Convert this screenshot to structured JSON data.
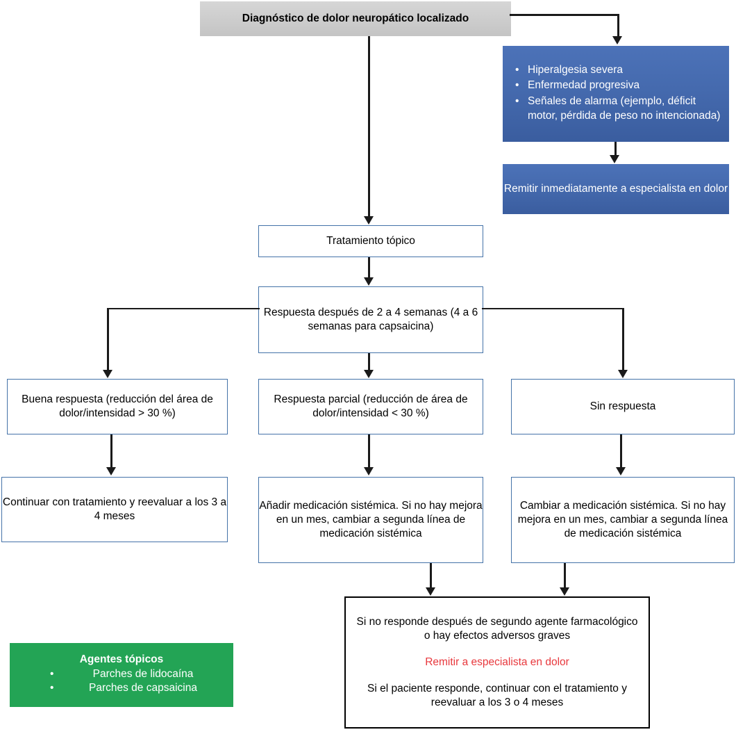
{
  "diagram": {
    "title_node": {
      "text": "Diagnóstico de dolor neuropático localizado"
    },
    "red_flags_node": {
      "items": [
        "Hiperalgesia severa",
        "Enfermedad progresiva",
        "Señales de alarma (ejemplo, déficit motor, pérdida de peso no intencionada)"
      ]
    },
    "refer_immediately_node": {
      "text": "Remitir inmediatamente a especialista en dolor"
    },
    "topical_treatment_node": {
      "text": "Tratamiento tópico"
    },
    "response_check_node": {
      "text": "Respuesta después de 2 a 4 semanas (4 a 6 semanas para capsaicina)"
    },
    "good_response_node": {
      "text": "Buena respuesta (reducción del área de dolor/intensidad > 30 %)"
    },
    "partial_response_node": {
      "text": "Respuesta parcial (reducción de área de dolor/intensidad < 30 %)"
    },
    "no_response_node": {
      "text": "Sin respuesta"
    },
    "continue_treatment_node": {
      "text": "Continuar con tratamiento y reevaluar a los 3 a 4 meses"
    },
    "add_systemic_node": {
      "text": "Añadir medicación sistémica. Si no hay mejora en un mes, cambiar a segunda línea de medicación sistémica"
    },
    "switch_systemic_node": {
      "text": "Cambiar a medicación sistémica. Si no hay mejora en un mes, cambiar a segunda línea de medicación sistémica"
    },
    "final_node": {
      "line1": "Si no responde después de segundo agente farmacológico o hay efectos adversos graves",
      "referral": "Remitir a especialista en dolor",
      "line2": "Si el paciente responde, continuar con el tratamiento y reevaluar a los 3 o 4 meses"
    },
    "legend_node": {
      "title": "Agentes tópicos",
      "items": [
        "Parches de lidocaína",
        "Parches de capsaicina"
      ]
    },
    "colors": {
      "gray_node": "#cfcfcf",
      "blue_node": "#4568ab",
      "white_node_border": "#4472a8",
      "black_node_border": "#000000",
      "green_node": "#23a455",
      "referral_red": "#e8383d",
      "connector": "#1a1a1a"
    }
  }
}
